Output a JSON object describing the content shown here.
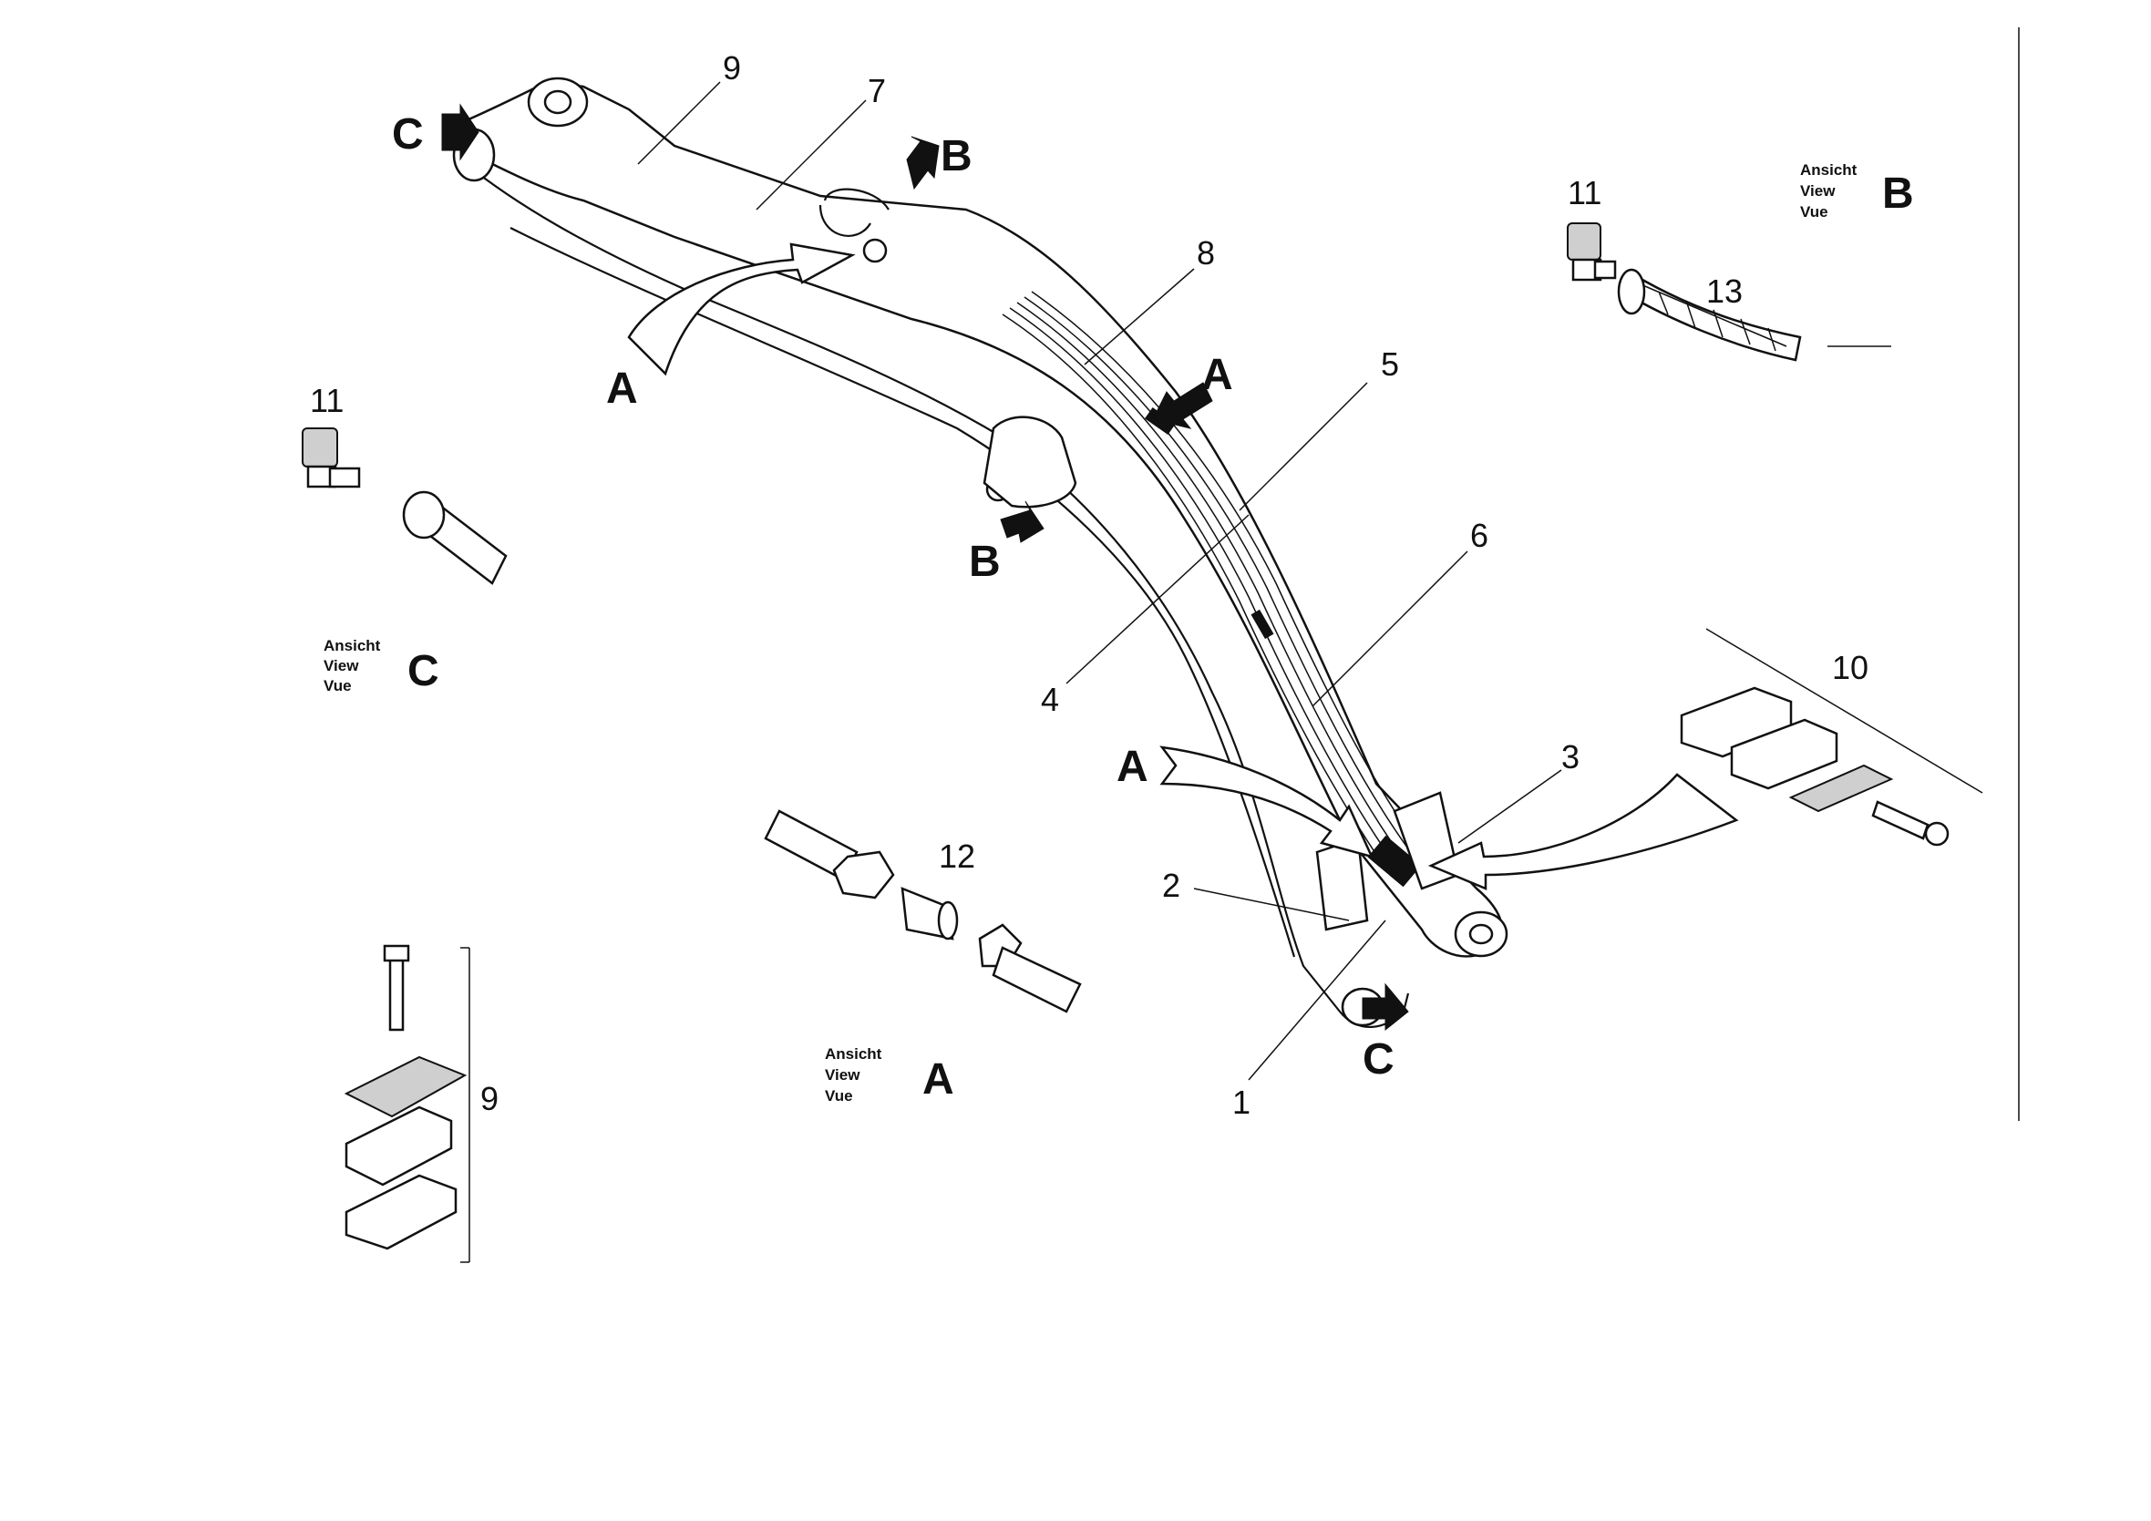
{
  "part_numbers": {
    "p1": "1",
    "p2": "2",
    "p3": "3",
    "p4": "4",
    "p5": "5",
    "p6": "6",
    "p7": "7",
    "p8": "8",
    "p9": "9",
    "p10": "10",
    "p11": "11",
    "p12": "12",
    "p13": "13"
  },
  "view_letters": {
    "a": "A",
    "b": "B",
    "c": "C"
  },
  "view_caption": {
    "de": "Ansicht",
    "en": "View",
    "fr": "Vue"
  },
  "colors": {
    "ink": "#111111",
    "paper": "#ffffff",
    "shade": "#cfcfcf"
  }
}
